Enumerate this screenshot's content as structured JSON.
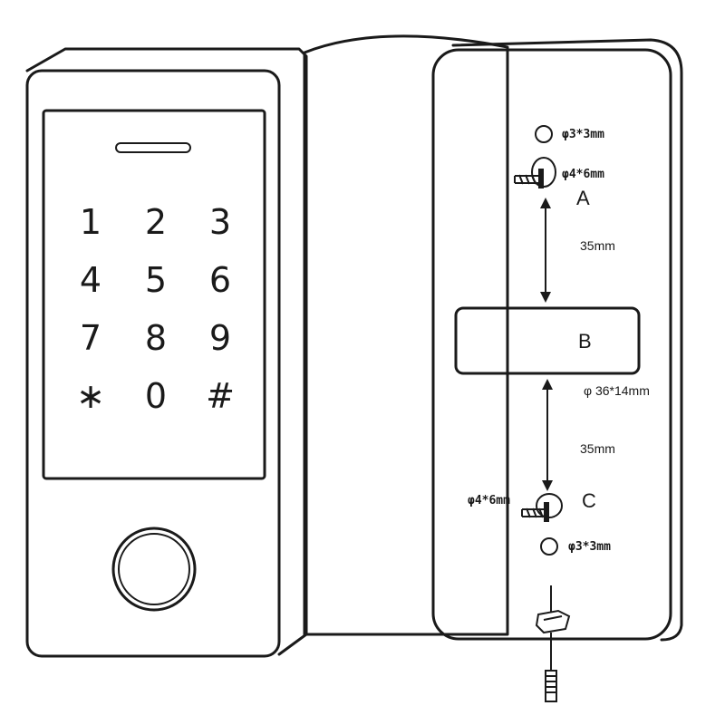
{
  "keypad": {
    "keys": [
      "1",
      "2",
      "3",
      "4",
      "5",
      "6",
      "7",
      "8",
      "9",
      "∗",
      "0",
      "#"
    ]
  },
  "back_panel": {
    "hole_top_label": "φ3*3mm",
    "screw_top_label": "φ4*6mm",
    "point_a": "A",
    "distance_top": "35mm",
    "slot_label": "B",
    "slot_size": "φ 36*14mm",
    "distance_bottom": "35mm",
    "screw_bottom_label": "φ4*6mm",
    "point_c": "C",
    "hole_bottom_label": "φ3*3mm"
  }
}
